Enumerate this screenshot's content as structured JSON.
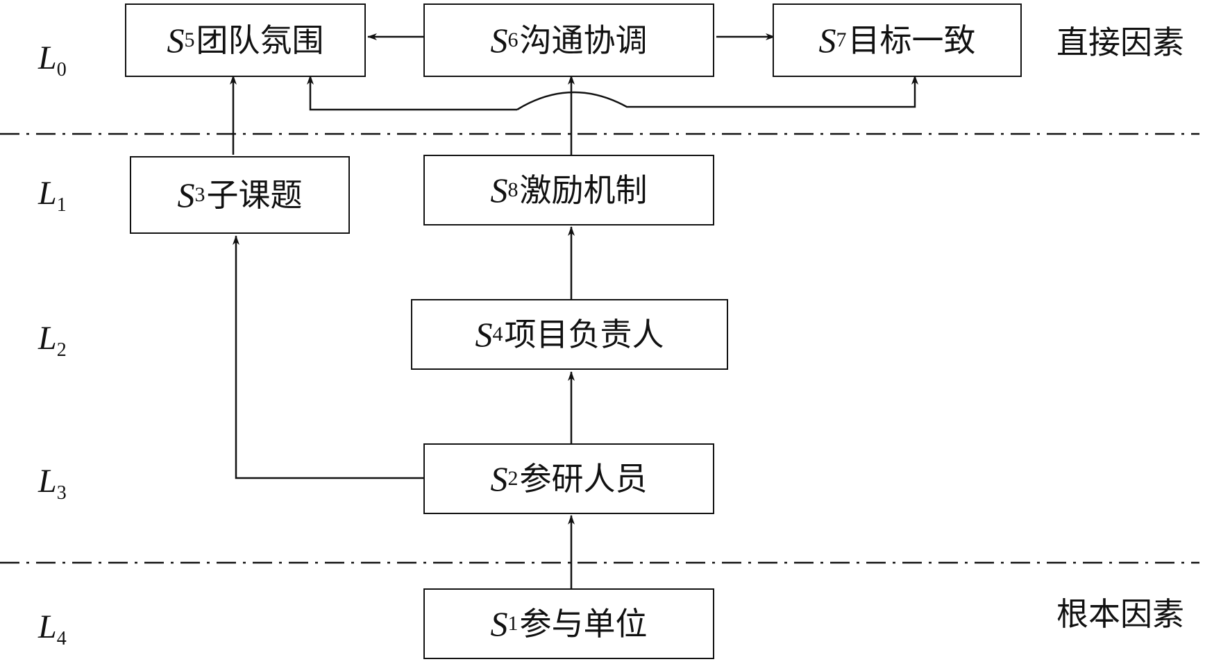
{
  "diagram": {
    "nodes": [
      {
        "id": "S5",
        "var": "S",
        "sub": "5",
        "name": "团队氛围"
      },
      {
        "id": "S6",
        "var": "S",
        "sub": "6",
        "name": "沟通协调"
      },
      {
        "id": "S7",
        "var": "S",
        "sub": "7",
        "name": "目标一致"
      },
      {
        "id": "S3",
        "var": "S",
        "sub": "3",
        "name": "子课题"
      },
      {
        "id": "S8",
        "var": "S",
        "sub": "8",
        "name": "激励机制"
      },
      {
        "id": "S4",
        "var": "S",
        "sub": "4",
        "name": "项目负责人"
      },
      {
        "id": "S2",
        "var": "S",
        "sub": "2",
        "name": "参研人员"
      },
      {
        "id": "S1",
        "var": "S",
        "sub": "1",
        "name": "参与单位"
      }
    ],
    "edges": [
      {
        "from": "S6",
        "to": "S5"
      },
      {
        "from": "S6",
        "to": "S7"
      },
      {
        "from": "S3",
        "to": "S5"
      },
      {
        "from": "S8",
        "to": "S6"
      },
      {
        "from": "S8",
        "to": "S5"
      },
      {
        "from": "S8",
        "to": "S7"
      },
      {
        "from": "S4",
        "to": "S8"
      },
      {
        "from": "S2",
        "to": "S4"
      },
      {
        "from": "S2",
        "to": "S3"
      },
      {
        "from": "S1",
        "to": "S2"
      }
    ],
    "levels": [
      {
        "var": "L",
        "sub": "0"
      },
      {
        "var": "L",
        "sub": "1"
      },
      {
        "var": "L",
        "sub": "2"
      },
      {
        "var": "L",
        "sub": "3"
      },
      {
        "var": "L",
        "sub": "4"
      }
    ],
    "side_labels": {
      "top": "直接因素",
      "bottom": "根本因素"
    },
    "colors": {
      "stroke": "#111111",
      "background": "#ffffff"
    }
  }
}
